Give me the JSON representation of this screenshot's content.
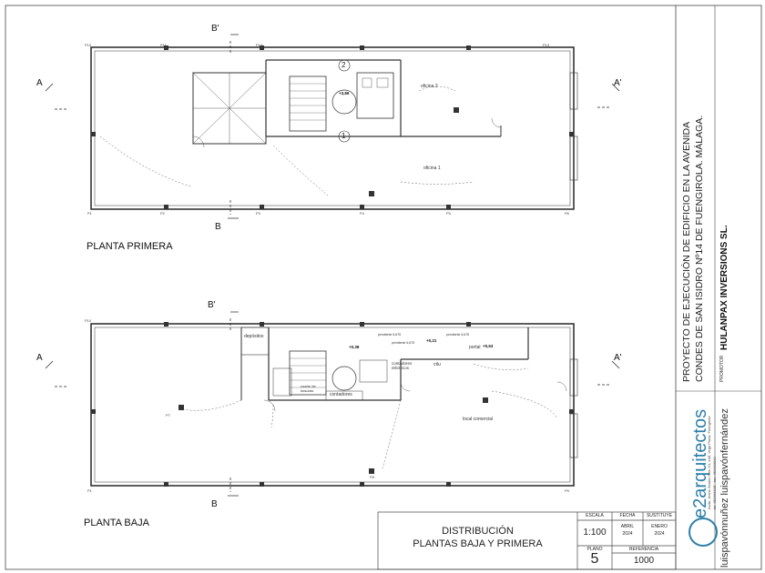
{
  "plans": {
    "upper": {
      "title": "PLANTA PRIMERA",
      "rooms": [
        "oficina 2",
        "oficina 1"
      ],
      "circle_labels": [
        "2",
        "1"
      ],
      "level": "+3,86"
    },
    "lower": {
      "title": "PLANTA BAJA",
      "rooms": [
        "depósitos",
        "cuarto de\nbasuras",
        "contadores",
        "contadores\neléctricos",
        "portal",
        "local comercial",
        "ctlu"
      ],
      "levels": [
        "+0,38",
        "+0,21",
        "+0,63"
      ],
      "slopes": [
        "pendiente 6,675",
        "pendiente 6,675",
        "pendiente 6,675"
      ]
    }
  },
  "section_marks": {
    "A": "A",
    "A_prime": "A'",
    "B": "B",
    "B_prime": "B'"
  },
  "grid_labels": [
    "P10",
    "P11",
    "P12",
    "P13",
    "P1",
    "P2",
    "P3",
    "P4",
    "P5",
    "P6",
    "P7",
    "P8",
    "P9"
  ],
  "title_block": {
    "drawing_title_1": "DISTRIBUCIÓN",
    "drawing_title_2": "PLANTAS BAJA Y PRIMERA",
    "scale_label": "ESCALA",
    "scale_value": "1:100",
    "date_label": "FECHA",
    "date_value_1": "ABRIL",
    "date_value_2": "2024",
    "replaces_label": "SUSTITUYE",
    "replaces_value_1": "ENERO",
    "replaces_value_2": "2024",
    "plan_label": "PLANO",
    "plan_value": "5",
    "ref_label": "REFERENCIA",
    "ref_value": "1000"
  },
  "project": {
    "line_1": "PROYECTO DE EJECUCIÓN DE EDIFICIO EN LA AVENIDA",
    "line_2": "CONDES DE SAN ISIDRO Nº14 DE FUENGIROLA. MÁLAGA.",
    "promotor_label": "PROMOTOR",
    "promotor_value": "HULANPAX INVERSIONS SL."
  },
  "firm": {
    "logo_text": "e2arquitectos",
    "address": "Avda. Jesús Santos Rein 21, edif. Vega Plaza, Fuengirola",
    "phone": "tel. 952461915 - fax. 952463343",
    "architects": "luispavónnuñez luispavónfernández"
  },
  "colors": {
    "line": "#333333",
    "brand": "#2d7fa8",
    "hatch": "#666666"
  }
}
